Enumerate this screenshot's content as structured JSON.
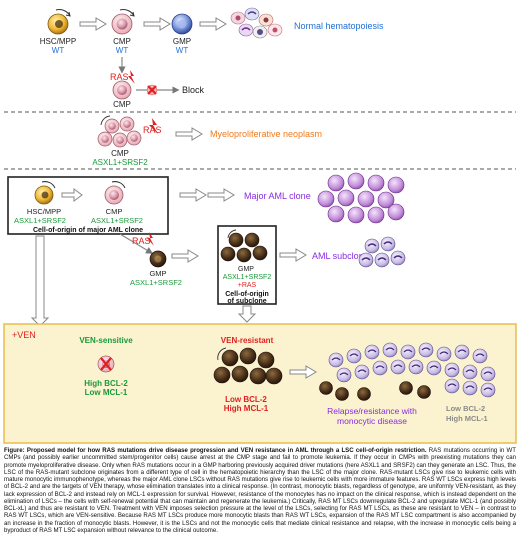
{
  "colors": {
    "blue": "#1f6fd6",
    "red": "#e02020",
    "green": "#1a9a3a",
    "purple": "#8a2be2",
    "orange": "#f07a1a",
    "gray": "#8a8a8a",
    "panel_bg": "#fbf2d0",
    "panel_border": "#e8b840"
  },
  "row1": {
    "hsc_label": "HSC/MPP",
    "hsc_genotype": "WT",
    "cmp_label": "CMP",
    "cmp_genotype": "WT",
    "gmp_label": "GMP",
    "gmp_genotype": "WT",
    "outcome": "Normal hematopoiesis",
    "ras_label": "RAS",
    "ras_cmp_label": "CMP",
    "block_label": "Block"
  },
  "row2": {
    "ras_label": "RAS",
    "cmp_label": "CMP",
    "genotype": "ASXL1+SRSF2",
    "outcome": "Myeloproliferative neoplasm"
  },
  "row3": {
    "hsc_label": "HSC/MPP",
    "hsc_genotype": "ASXL1+SRSF2",
    "cmp_label": "CMP",
    "cmp_genotype": "ASXL1+SRSF2",
    "box_title": "Cell-of-origin of major AML clone",
    "outcome_major": "Major AML clone",
    "ras_label": "RAS",
    "gmp_label": "GMP",
    "gmp_genotype": "ASXL1+SRSF2",
    "sub_gmp_label": "GMP",
    "sub_genotype": "ASXL1+SRSF2",
    "sub_ras": "+RAS",
    "sub_box_title_1": "Cell-of-origin",
    "sub_box_title_2": "of subclone",
    "outcome_sub": "AML subclone"
  },
  "panel": {
    "ven_label": "+VEN",
    "sensitive_title": "VEN-sensitive",
    "sensitive_high": "High BCL-2",
    "sensitive_low": "Low MCL-1",
    "resistant_title": "VEN-resistant",
    "resistant_low": "Low BCL-2",
    "resistant_high": "High MCL-1",
    "relapse_1": "Relapse/resistance with",
    "relapse_2": "monocytic disease",
    "mono_low": "Low BCL-2",
    "mono_high": "High MCL-1"
  },
  "caption": {
    "title": "Figure: Proposed model for how RAS mutations drive disease progression and VEN resistance in AML through a LSC cell-of-origin restriction.",
    "body": "RAS mutations occurring in WT CMPs (and possibly earlier uncommitted stem/progenitor cells) cause arrest at the CMP stage and fail to promote leukemia. If they occur in CMPs with preexisting mutations they can promote myeloproliferative disease. Only when RAS mutations occur in a GMP harboring previously acquired driver mutations (here ASXL1 and SRSF2) can they generate an LSC. Thus, the LSC of the RAS-mutant subclone originates from a different type of cell in the hematopoietic hierarchy than the LSC of the major clone. RAS-mutant LSCs give rise to leukemic cells with mature monocytic immunophenotype, whereas the major AML clone LSCs without RAS mutations give rise to leukemic cells with more immature features. RAS WT LSCs express high levels of BCL-2 and are the targets of VEN therapy, whose elimination translates into a clinical response. (In contrast, monocytic blasts, regardless of genotype, are uniformly VEN-resistant, as they lack expression of BCL-2 and instead rely on MCL-1 expression for survival. However, resistance of the monocytes has no impact on the clinical response, which is instead dependent on the elimination of LSCs – the cells with self-renewal potential that can maintain and regenerate the leukemia.) Critically, RAS MT LSCs downregulate BCL-2 and upregulate MCL-1 (and possibly BCL-xL) and thus are resistant to VEN. Treatment with VEN imposes selection pressure at the level of the LSCs, selecting for RAS MT LSCs, as these are resistant to VEN – in contrast to RAS WT LSCs, which are VEN-sensitive. Because RAS MT LSCs produce more monocytic blasts than RAS WT LSCs, expansion of the RAS MT LSC compartment is also accompanied by an increase in the fraction of monocytic blasts. However, it is the LSCs and not the monocytic cells that mediate clinical resistance and relapse, with the increase in monocytic cells being a byproduct of RAS MT LSC expansion without relevance to the clinical outcome."
  }
}
